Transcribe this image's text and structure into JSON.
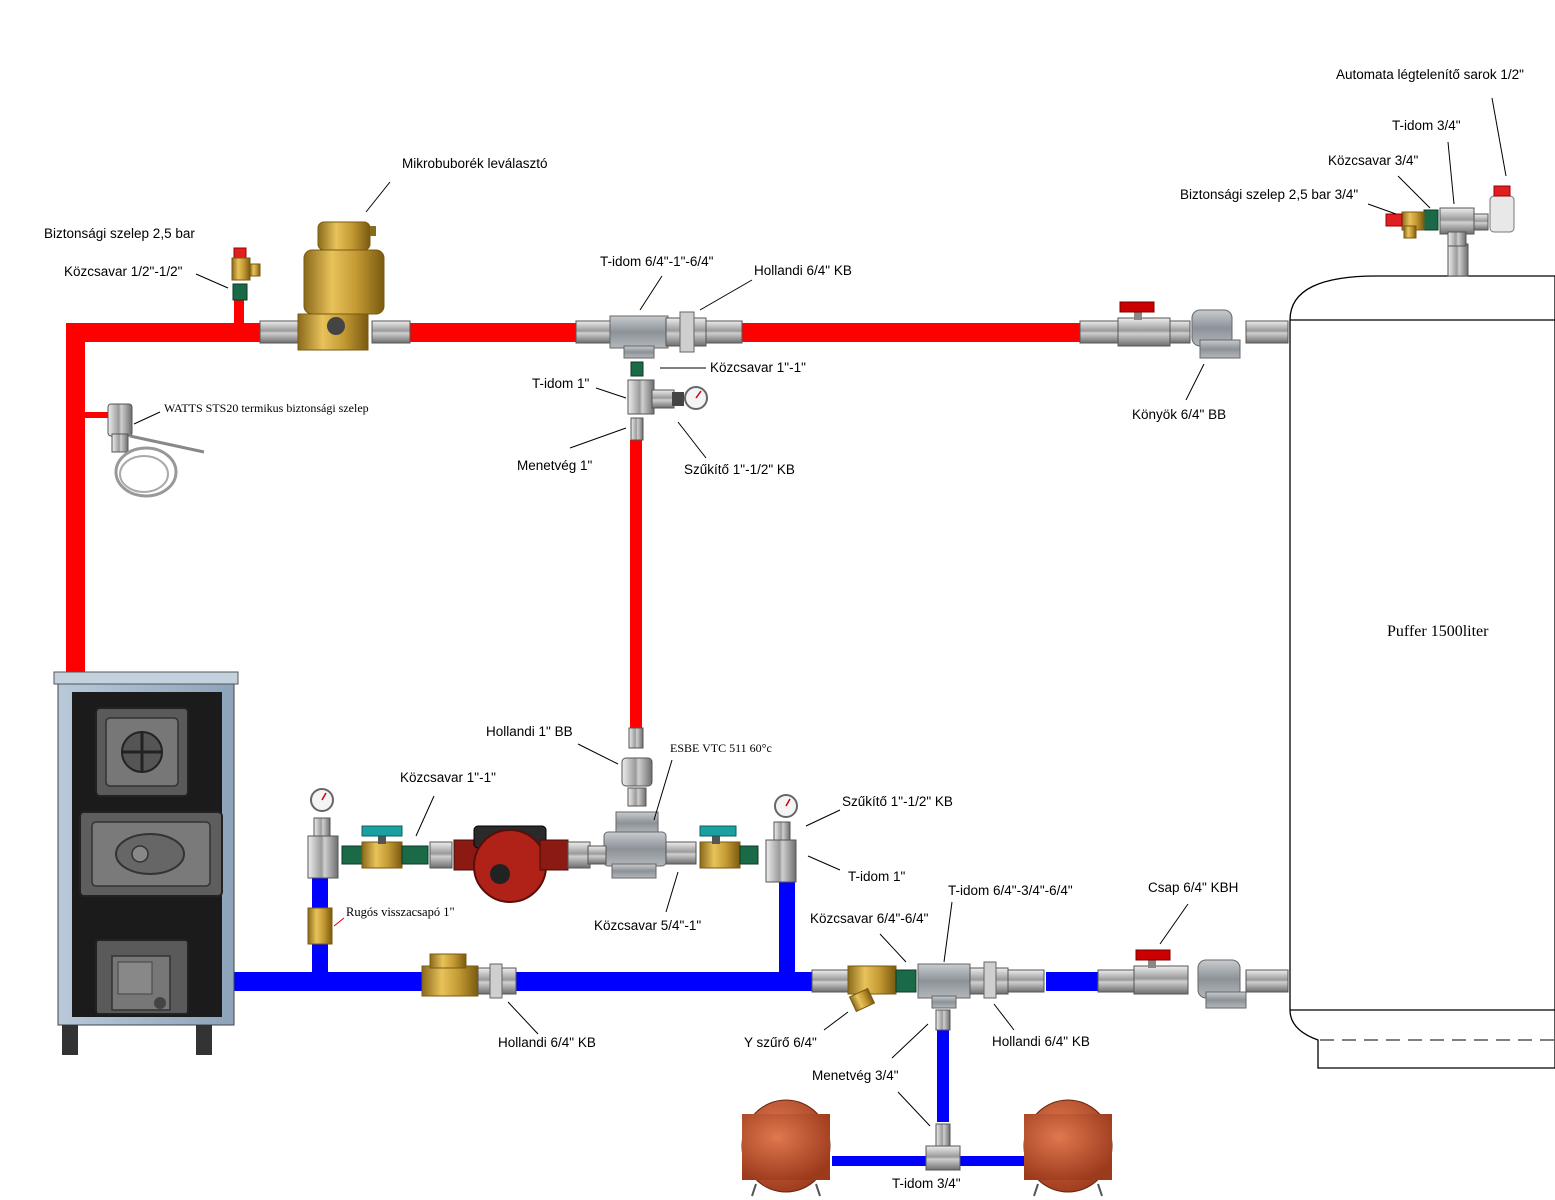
{
  "labels": {
    "mikrobuborek": "Mikrobuborék leválasztó",
    "biztonsagi_left": "Biztonsági szelep 2,5 bar",
    "kozcsavar_left": "Közcsavar 1/2\"-1/2\"",
    "watts": "WATTS STS20 termikus biztonsági szelep",
    "tidom_top": "T-idom 6/4\"-1\"-6/4\"",
    "hollandi_top": "Hollandi 6/4\" KB",
    "kozcsavar_mid": "Közcsavar 1\"-1\"",
    "tidom_1_top": "T-idom 1\"",
    "menetveg_1": "Menetvég 1\"",
    "szukito_top": "Szűkítő 1\"-1/2\" KB",
    "konyok": "Könyök 6/4\" BB",
    "automata": "Automata légtelenítő sarok 1/2\"",
    "tidom_34_top": "T-idom 3/4\"",
    "kozcsavar_34": "Közcsavar 3/4\"",
    "biztonsagi_right": "Biztonsági szelep 2,5 bar 3/4\"",
    "puffer": "Puffer 1500liter",
    "hollandi_bb": "Hollandi 1\" BB",
    "esbe": "ESBE VTC 511 60°c",
    "kozcsavar_pump": "Közcsavar 1\"-1\"",
    "szukito_bottom": "Szűkítő 1\"-1/2\" KB",
    "tidom_1_bottom": "T-idom 1\"",
    "rugos": "Rugós visszacsapó 1\"",
    "kozcsavar_54": "Közcsavar 5/4\"-1\"",
    "tidom_643464": "T-idom 6/4\"-3/4\"-6/4\"",
    "kozcsavar_6464": "Közcsavar 6/4\"-6/4\"",
    "csap": "Csap 6/4\" KBH",
    "hollandi_bottom_left": "Hollandi 6/4\" KB",
    "yszuro": "Y szűrő 6/4\"",
    "hollandi_bottom_right": "Hollandi 6/4\" KB",
    "menetveg_34": "Menetvég 3/4\"",
    "tidom_34_bottom": "T-idom 3/4\""
  },
  "colors": {
    "supply_pipe": "#ff0000",
    "return_pipe": "#0000ff",
    "boiler_body": "#9eb3c8",
    "vessel": "#c9542f"
  }
}
